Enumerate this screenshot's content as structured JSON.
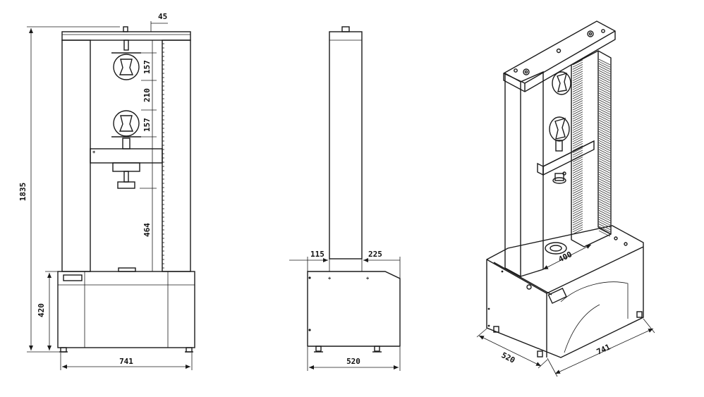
{
  "front_view": {
    "dims": {
      "total_height": "1835",
      "base_height": "420",
      "width": "741",
      "bolt_offset": "45",
      "upper_grip": "157",
      "grip_gap": "210",
      "lower_grip": "157",
      "stroke": "464"
    }
  },
  "side_view": {
    "dims": {
      "left_offset": "115",
      "right_offset": "225",
      "depth": "520"
    }
  },
  "iso_view": {
    "dims": {
      "depth": "520",
      "width": "741",
      "column_spacing": "400"
    }
  }
}
